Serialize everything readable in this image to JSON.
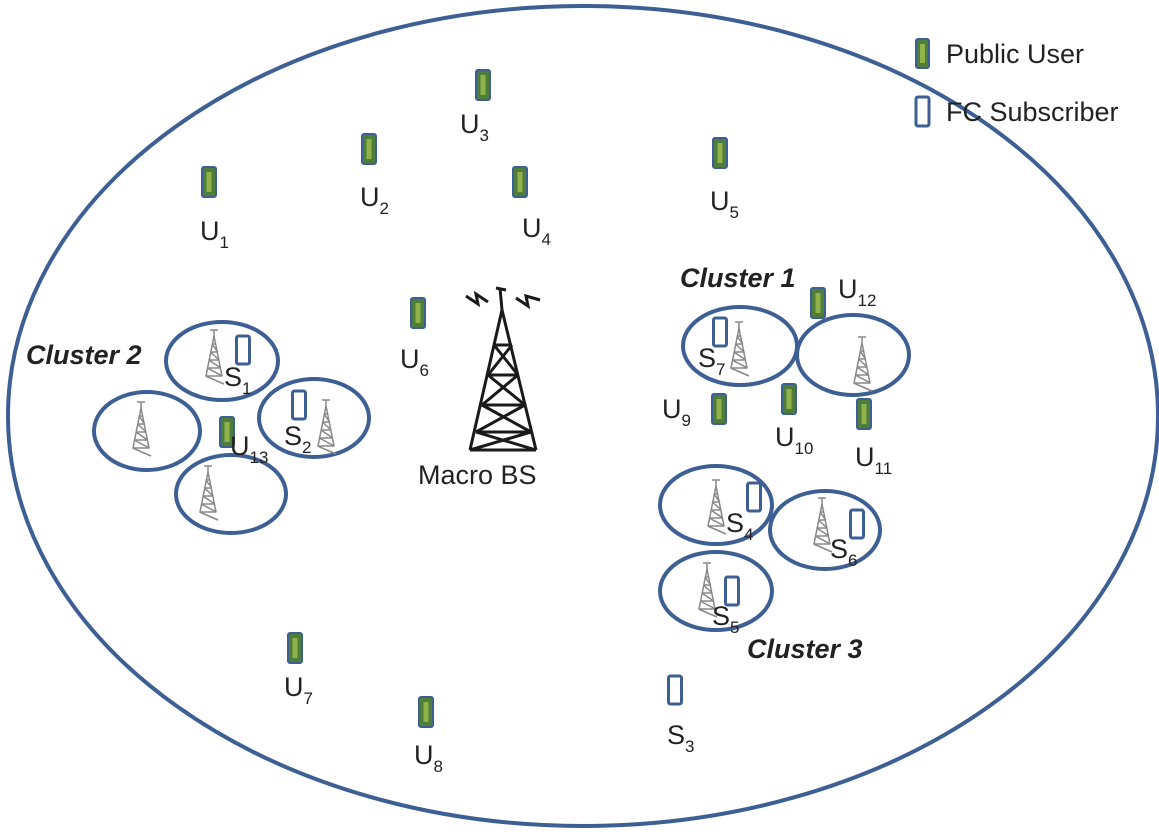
{
  "colors": {
    "outline": "#3d5f94",
    "public_fill": "#4f7d3a",
    "public_core": "#8fb34a",
    "subscriber_fill": "#ffffff",
    "tower": "#1a1a1a",
    "femto": "#888888"
  },
  "legend": {
    "public_user": "Public User",
    "fc_subscriber": "FC Subscriber"
  },
  "macro_bs": {
    "label": "Macro BS",
    "icon": "cell-tower-icon"
  },
  "clusters": [
    {
      "id": "c1",
      "title": "Cluster 1"
    },
    {
      "id": "c2",
      "title": "Cluster 2"
    },
    {
      "id": "c3",
      "title": "Cluster 3"
    }
  ],
  "public_users": [
    {
      "id": "u1",
      "base": "U",
      "sub": "1"
    },
    {
      "id": "u2",
      "base": "U",
      "sub": "2"
    },
    {
      "id": "u3",
      "base": "U",
      "sub": "3"
    },
    {
      "id": "u4",
      "base": "U",
      "sub": "4"
    },
    {
      "id": "u5",
      "base": "U",
      "sub": "5"
    },
    {
      "id": "u6",
      "base": "U",
      "sub": "6"
    },
    {
      "id": "u7",
      "base": "U",
      "sub": "7"
    },
    {
      "id": "u8",
      "base": "U",
      "sub": "8"
    },
    {
      "id": "u9",
      "base": "U",
      "sub": "9"
    },
    {
      "id": "u10",
      "base": "U",
      "sub": "10"
    },
    {
      "id": "u11",
      "base": "U",
      "sub": "11"
    },
    {
      "id": "u12",
      "base": "U",
      "sub": "12"
    },
    {
      "id": "u13",
      "base": "U",
      "sub": "13"
    }
  ],
  "subscribers": [
    {
      "id": "s1",
      "base": "S",
      "sub": "1"
    },
    {
      "id": "s2",
      "base": "S",
      "sub": "2"
    },
    {
      "id": "s3",
      "base": "S",
      "sub": "3"
    },
    {
      "id": "s4",
      "base": "S",
      "sub": "4"
    },
    {
      "id": "s5",
      "base": "S",
      "sub": "5"
    },
    {
      "id": "s6",
      "base": "S",
      "sub": "6"
    },
    {
      "id": "s7",
      "base": "S",
      "sub": "7"
    }
  ]
}
